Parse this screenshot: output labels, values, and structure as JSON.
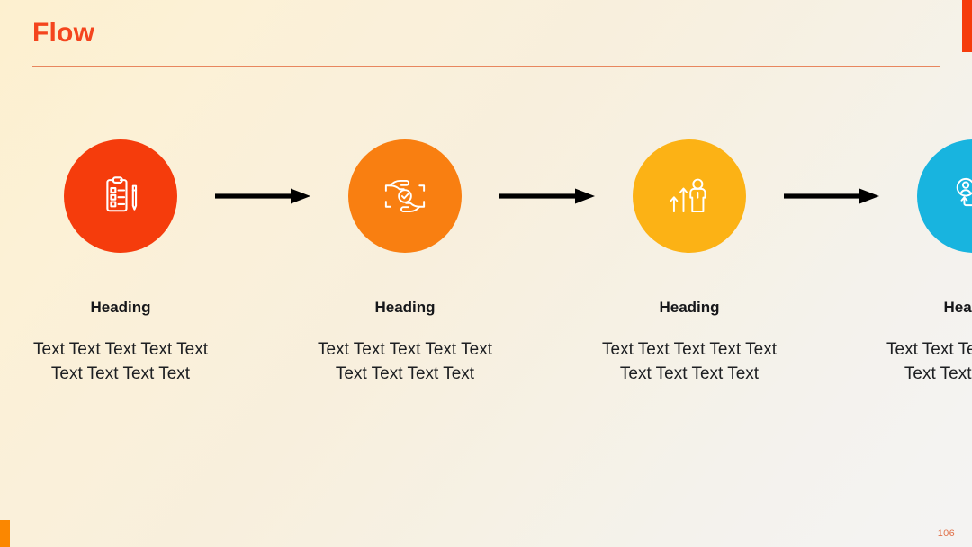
{
  "slide": {
    "title": "Flow",
    "page_number": "106",
    "accent_color": "#f4451e",
    "rule_color": "#e8865e",
    "corner_top_right_color": "#f53c0c",
    "corner_bottom_left_color": "#fb8700",
    "heading_color": "#16171a",
    "body_color": "#1d1f22",
    "page_number_color": "#e0714a"
  },
  "steps": [
    {
      "icon": "clipboard-checklist-pencil-icon",
      "circle_color": "#f53c0c",
      "heading": "Heading",
      "body": "Text Text Text Text Text Text Text Text Text"
    },
    {
      "icon": "hands-holding-check-icon",
      "circle_color": "#f97f11",
      "heading": "Heading",
      "body": "Text Text Text Text Text Text Text Text Text"
    },
    {
      "icon": "person-growth-arrows-icon",
      "circle_color": "#fcb215",
      "heading": "Heading",
      "body": "Text Text Text Text Text Text Text Text Text"
    },
    {
      "icon": "users-exchange-icon",
      "circle_color": "#18b4df",
      "heading": "Heading",
      "body": "Text Text Text Text Text Text Text Text Text"
    }
  ],
  "connectors": [
    {
      "icon": "arrow-right-icon",
      "color": "#000000"
    },
    {
      "icon": "arrow-right-icon",
      "color": "#000000"
    },
    {
      "icon": "arrow-right-icon",
      "color": "#000000"
    }
  ]
}
